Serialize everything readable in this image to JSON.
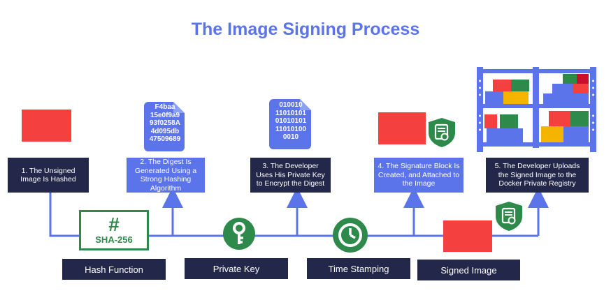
{
  "title": "The Image Signing Process",
  "steps": [
    {
      "text": "1. The Unsigned Image Is Hashed"
    },
    {
      "text": "2. The Digest Is Generated Using a Strong Hashing Algorithm"
    },
    {
      "text": "3. The Developer Uses His Private Key to Encrypt the Digest"
    },
    {
      "text": "4. The Signature Block Is Created, and Attached to the Image"
    },
    {
      "text": "5. The Developer Uploads the Signed Image to the Docker Private Registry"
    }
  ],
  "components": [
    {
      "label": "Hash Function"
    },
    {
      "label": "Private Key"
    },
    {
      "label": "Time Stamping"
    },
    {
      "label": "Signed Image"
    }
  ],
  "hash_symbol": "#",
  "hash_algorithm": "SHA-256",
  "digest_lines": [
    "F4baa",
    "15e0f9a9",
    "93f0258A",
    "4d095db",
    "47509689"
  ],
  "encrypted_lines": [
    "010010",
    "11010101",
    "01010101",
    "11010100",
    "0010"
  ],
  "icons": [
    "red-image-block",
    "document-icon",
    "certificate-shield-icon",
    "key-icon",
    "clock-icon",
    "registry-shelf-icon"
  ],
  "colors": {
    "title": "#5b74ea",
    "dark_box": "#23284a",
    "blue_box": "#5b74ea",
    "green": "#2e8a4a",
    "red": "#f4403f",
    "line": "#5b74ea"
  }
}
